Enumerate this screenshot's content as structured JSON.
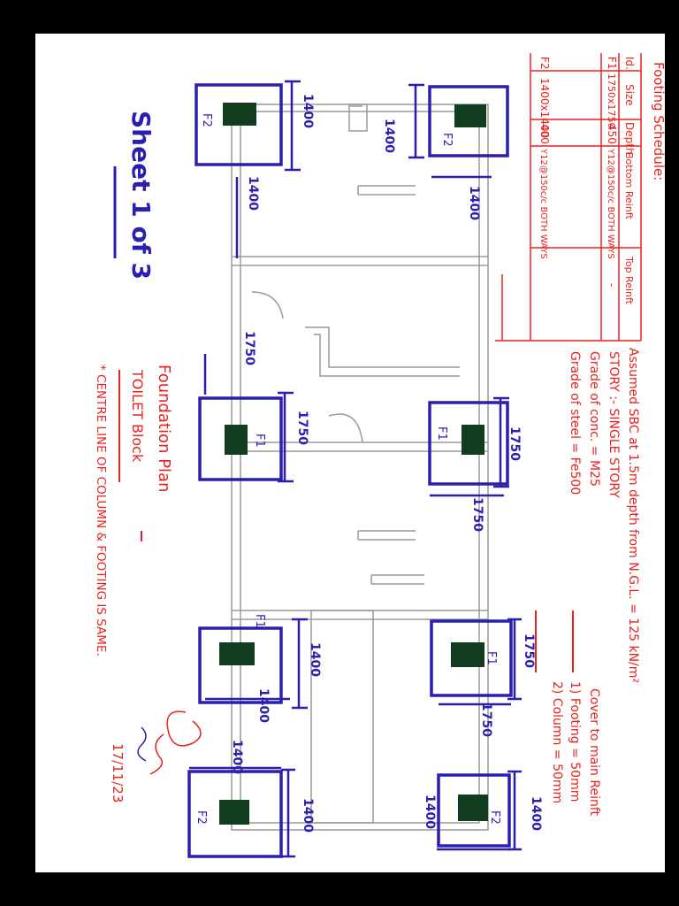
{
  "sheet_label": "Sheet 1 of 3",
  "plan_title": "Foundation Plan",
  "subtitle": "TOILET Block",
  "note": "* CENTRE LINE OF COLUMN & FOOTING IS SAME.",
  "date": "17/11/23",
  "assumed": "Assumed SBC at 1.5m depth from N.G.L. = 125 kN/m²",
  "story": "STORY :- SINGLE STORY",
  "grade_concrete": "Grade of conc. = M25",
  "grade_steel": "Grade of steel = Fe500",
  "cover_title": "Cover to main Reinft",
  "cover_footing": "1) Footing = 50mm",
  "cover_column": "2) Column = 50mm",
  "schedule": {
    "title": "Footing Schedule:",
    "headers": [
      "Id.",
      "Size",
      "Depth",
      "Bottom Reinft",
      "Top Reinft"
    ],
    "rows": [
      [
        "F1",
        "1750x1750",
        "450",
        "Y12@150c/c BOTH WAYS",
        "-"
      ],
      [
        "F2",
        "1400x1400",
        "400",
        "Y12@150c/c BOTH WAYS",
        ""
      ]
    ]
  },
  "footing_labels": {
    "f1": "F1",
    "f2": "F2"
  },
  "dims": {
    "d1400": "1400",
    "d1750": "1750"
  },
  "colors": {
    "red": "#e8221e",
    "blue": "#2b1fb0",
    "green": "#0f3d1e",
    "wall": "#9a9a9a"
  }
}
